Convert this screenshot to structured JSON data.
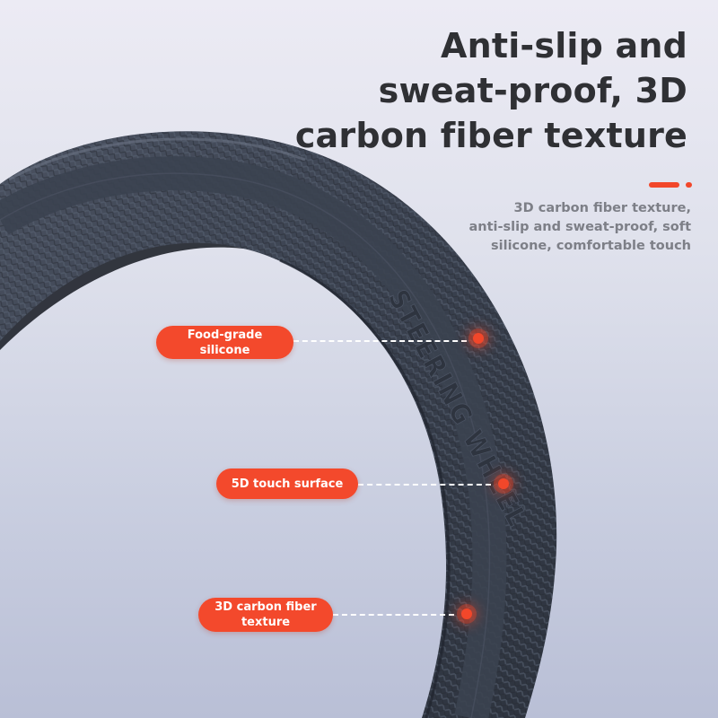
{
  "headline": {
    "line1": "Anti-slip and",
    "line2": "sweat-proof, 3D",
    "line3": "carbon fiber texture"
  },
  "subtext": {
    "line1": "3D carbon fiber texture,",
    "line2": "anti-slip and sweat-proof, soft",
    "line3": "silicone, comfortable touch"
  },
  "wheel_embossing": {
    "text": "STEERING WHEEL"
  },
  "callouts": [
    {
      "line1": "Food-grade",
      "line2": "silicone"
    },
    {
      "line1": "5D touch surface",
      "line2": ""
    },
    {
      "line1": "3D carbon fiber",
      "line2": "texture"
    }
  ],
  "colors": {
    "accent": "#f2472a",
    "pill": "#f3492c",
    "wheel": "#3c4350",
    "headline": "#2f3034",
    "subtext": "#7d7f87"
  },
  "icons": {
    "marker": "hotspot-dot-icon"
  }
}
